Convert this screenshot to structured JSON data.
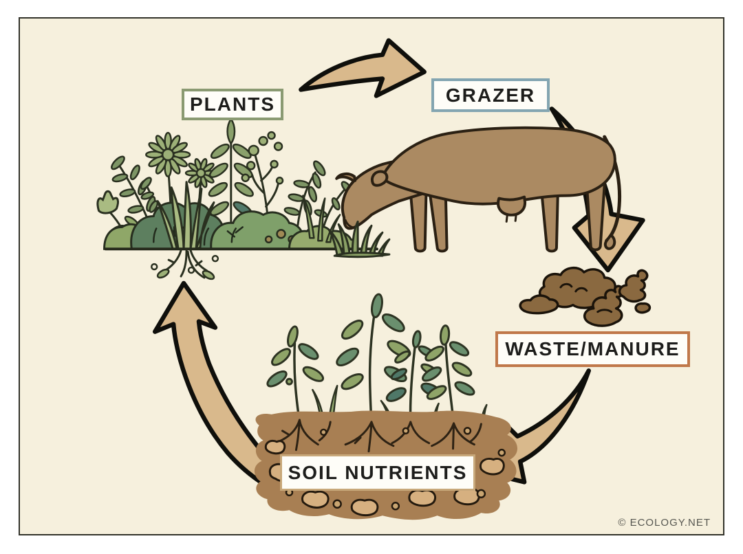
{
  "window": {
    "outer_background": "#ffffff",
    "canvas_background": "#f6f0dd",
    "frame_border_color": "#32322a"
  },
  "diagram": {
    "type": "cycle",
    "subject": "nutrient cycle between plants, grazer, waste and soil",
    "nodes": [
      {
        "id": "plants",
        "label": "PLANTS",
        "box_border_color": "#8a9a72",
        "box_fill": "#fefdf8"
      },
      {
        "id": "grazer",
        "label": "GRAZER",
        "box_border_color": "#83a5b1",
        "box_fill": "#fefdf8"
      },
      {
        "id": "waste",
        "label": "WASTE/MANURE",
        "box_border_color": "#c0784a",
        "box_fill": "#fefdf8"
      },
      {
        "id": "soil",
        "label": "SOIL NUTRIENTS",
        "box_border_color": "#c8a87a",
        "box_fill": "#fefdf8"
      }
    ],
    "edges": [
      {
        "from": "plants",
        "to": "grazer"
      },
      {
        "from": "grazer",
        "to": "waste"
      },
      {
        "from": "waste",
        "to": "soil"
      },
      {
        "from": "soil",
        "to": "plants"
      }
    ],
    "arrow_style": {
      "fill": "#d9b98c",
      "outline": "#0f0f0b"
    },
    "illustrations": [
      {
        "name": "wild-plants",
        "palette": [
          "#9cb077",
          "#7d9565",
          "#5d7f5f",
          "#8fa768",
          "#a9bb82"
        ]
      },
      {
        "name": "grazing-cow",
        "palette": [
          "#ab8a62"
        ]
      },
      {
        "name": "manure-piles",
        "palette": [
          "#8a6940"
        ]
      },
      {
        "name": "soil-cross-section-with-seedlings",
        "palette": [
          "#a87f53",
          "#d6b080",
          "#8fa468",
          "#4f7868"
        ]
      }
    ]
  },
  "footer": {
    "credit": "© ECOLOGY.NET"
  }
}
